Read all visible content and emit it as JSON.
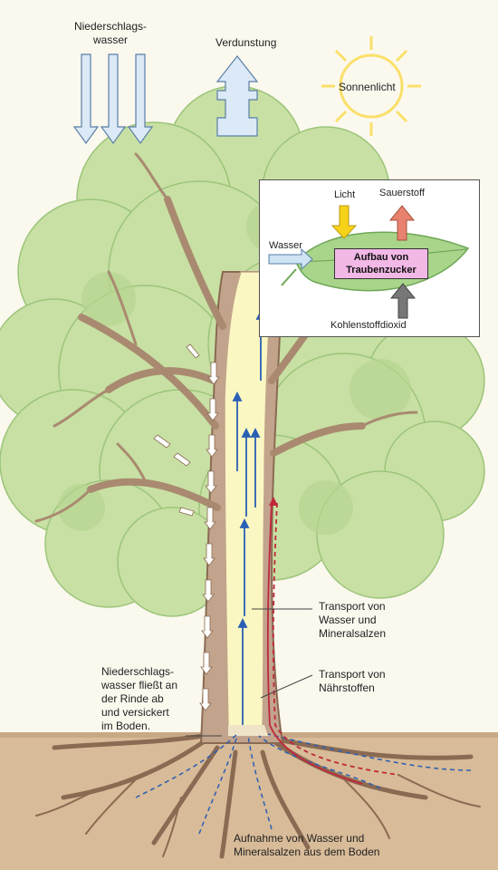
{
  "labels": {
    "precipitation": "Niederschlags-\nwasser",
    "evaporation": "Verdunstung",
    "sunlight": "Sonnenlicht",
    "transport_water": "Transport von\nWasser und\nMineralsalzen",
    "transport_nutrients": "Transport von\nNährstoffen",
    "runoff": "Niederschlags-\nwasser fließt an\nder Rinde ab\nund versickert\nim Boden.",
    "uptake": "Aufnahme von Wasser und\nMineralsalzen aus dem Boden"
  },
  "photosynthesis_box": {
    "light": "Licht",
    "oxygen": "Sauerstoff",
    "water": "Wasser",
    "process": "Aufbau von\nTraubenzucker",
    "co2": "Kohlenstoffdioxid"
  },
  "colors": {
    "foliage": "#c8e0a4",
    "foliage_dark": "#9cc57a",
    "trunk": "#c2a48c",
    "sapwood": "#fbf7c2",
    "soil": "#d8bb98",
    "sun": "#fae06a",
    "water_arrow": "#dce9f6",
    "light_arrow": "#f7d21a",
    "oxygen_arrow": "#e8826e",
    "co2_arrow": "#777777",
    "process_box": "#f2b8e6",
    "blue_flow": "#2a5fb4",
    "red_flow": "#c0283a"
  }
}
